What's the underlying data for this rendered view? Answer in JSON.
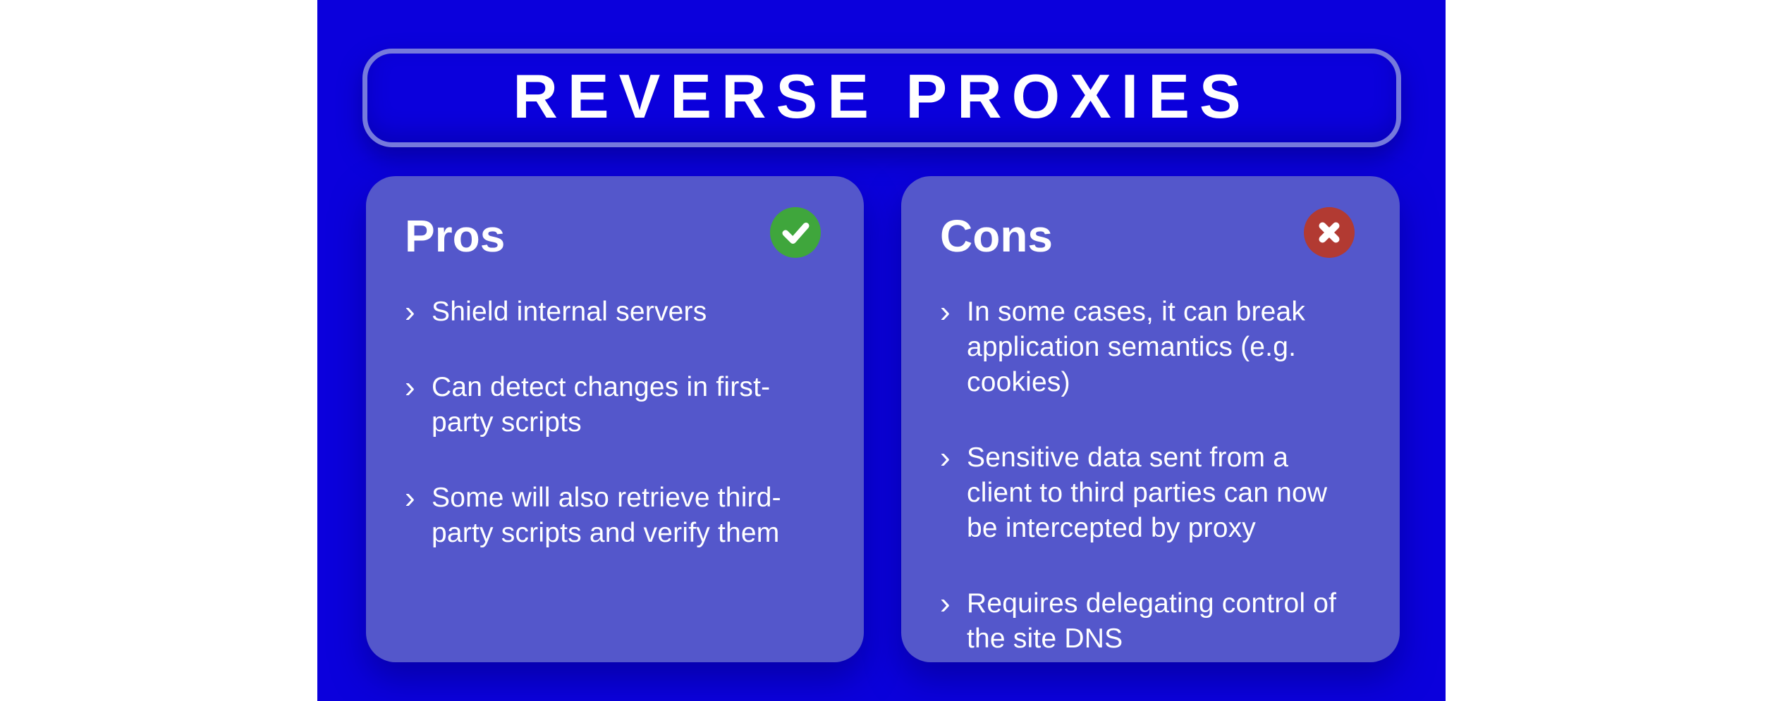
{
  "title": "REVERSE PROXIES",
  "bullet_char": "›",
  "colors": {
    "background": "#FFFFFF",
    "panel_blue": "#0B00DC",
    "card_blue": "#5457CB",
    "title_border": "#767ADC",
    "check_green": "#3FA63C",
    "cross_red": "#B23A32",
    "text_white": "#FFFFFF"
  },
  "pros": {
    "heading": "Pros",
    "icon": "check-icon",
    "items": [
      "Shield internal servers",
      "Can detect changes in first-party scripts",
      "Some will also retrieve third-party scripts and verify them"
    ]
  },
  "cons": {
    "heading": "Cons",
    "icon": "cross-icon",
    "items": [
      "In some cases, it can break application semantics (e.g. cookies)",
      "Sensitive data sent from a client to third parties can now be intercepted by proxy",
      "Requires delegating control of the site DNS"
    ]
  }
}
